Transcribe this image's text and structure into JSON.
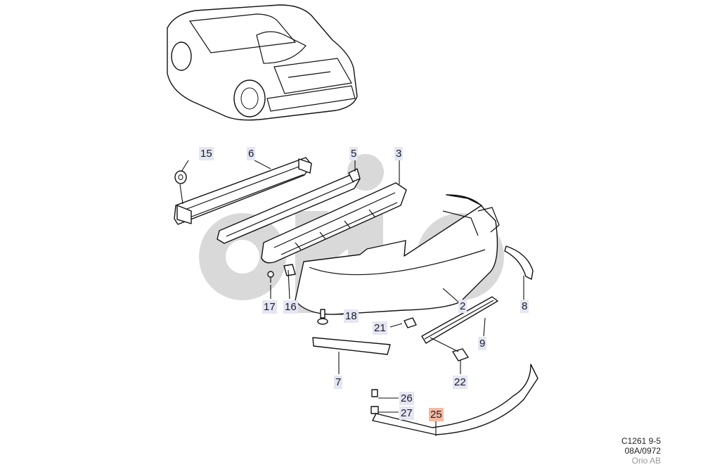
{
  "callouts": {
    "c15": "15",
    "c6": "6",
    "c5": "5",
    "c3": "3",
    "c17": "17",
    "c16": "16",
    "c18": "18",
    "c2": "2",
    "c8": "8",
    "c21": "21",
    "c9": "9",
    "c22": "22",
    "c7": "7",
    "c26": "26",
    "c27": "27",
    "c25": "25"
  },
  "reference": {
    "line1": "C1261 9-5",
    "line2": "08A/0972",
    "line3": "Orio AB"
  },
  "colors": {
    "callout_bg": "#e4e6f2",
    "highlight_bg": "#f4b9a1",
    "watermark": "#d9d9d9"
  },
  "watermark_text": "orio"
}
